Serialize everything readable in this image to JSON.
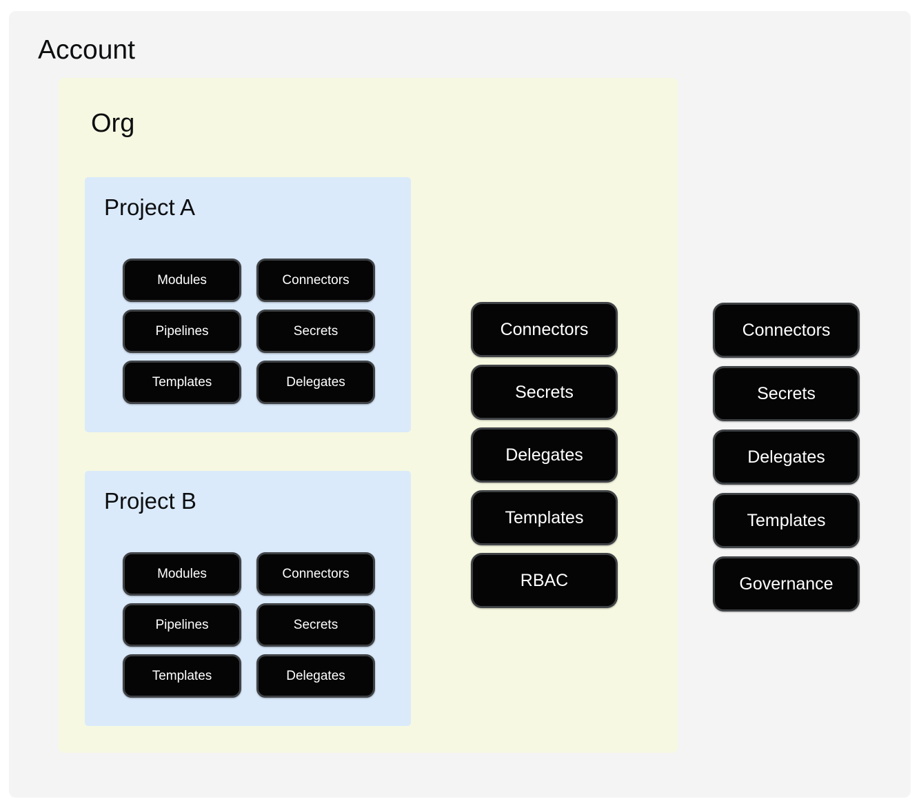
{
  "account": {
    "label": "Account",
    "buttons": [
      "Connectors",
      "Secrets",
      "Delegates",
      "Templates",
      "Governance"
    ]
  },
  "org": {
    "label": "Org",
    "buttons": [
      "Connectors",
      "Secrets",
      "Delegates",
      "Templates",
      "RBAC"
    ]
  },
  "projects": [
    {
      "label": "Project A",
      "buttons": [
        "Modules",
        "Connectors",
        "Pipelines",
        "Secrets",
        "Templates",
        "Delegates"
      ]
    },
    {
      "label": "Project B",
      "buttons": [
        "Modules",
        "Connectors",
        "Pipelines",
        "Secrets",
        "Templates",
        "Delegates"
      ]
    }
  ],
  "colors": {
    "account_bg": "#f4f4f4",
    "org_bg": "#f6f8e1",
    "project_bg": "#daeafb",
    "node_bg": "#050505",
    "node_border": "#3f4245",
    "node_text": "#ffffff"
  }
}
